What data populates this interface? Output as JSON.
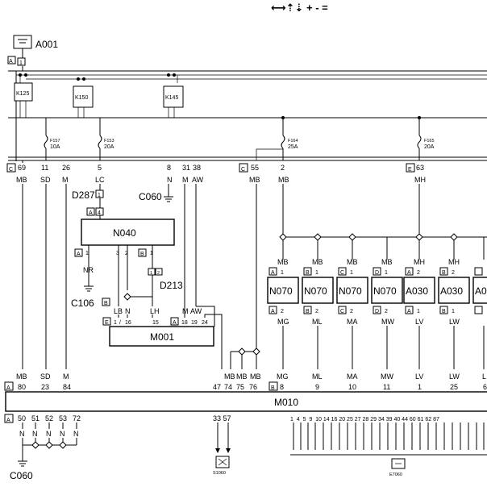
{
  "toolbar": {
    "symbols": "⟷⇡⇣ + - ="
  },
  "components": {
    "battery": "A001",
    "relays": [
      "K125",
      "K150",
      "K145"
    ],
    "fuses": [
      {
        "id": "F157",
        "rating": "10A"
      },
      {
        "id": "F153",
        "rating": "20A"
      },
      {
        "id": "F164",
        "rating": "25A"
      },
      {
        "id": "F165",
        "rating": "20A"
      }
    ],
    "diode": "D287",
    "diode_pin": "1",
    "d213": "D213",
    "ground_c060_top": "C060",
    "ground_c106": "C106",
    "n040": "N040",
    "m001": "M001",
    "m010": "M010",
    "n070": "N070",
    "a030": "A030",
    "a030_partial": "A0",
    "bottom_ground": "C060",
    "bottom_comp1": "S1060",
    "bottom_comp2": "E7060"
  },
  "connectors": {
    "A": "A",
    "B": "B",
    "C": "C",
    "D": "D",
    "E": "E"
  },
  "bus": {
    "pins": [
      "69",
      "11",
      "26",
      "5",
      "8",
      "31",
      "38"
    ],
    "wires": [
      "MB",
      "SD",
      "M",
      "LC",
      "N",
      "M",
      "AW"
    ],
    "c_pins": [
      "55",
      "2"
    ],
    "c_wires": [
      "MB",
      "MB"
    ],
    "e_pin": "63",
    "e_wire": "MH"
  },
  "n070_blocks": [
    {
      "top_conn": "A",
      "top_pin": "1",
      "top_wire": "MB",
      "bot_conn": "A",
      "bot_pin": "2",
      "bot_wire": "MG"
    },
    {
      "top_conn": "B",
      "top_pin": "1",
      "top_wire": "MB",
      "bot_conn": "B",
      "bot_pin": "2",
      "bot_wire": "ML"
    },
    {
      "top_conn": "C",
      "top_pin": "1",
      "top_wire": "MB",
      "bot_conn": "C",
      "bot_pin": "2",
      "bot_wire": "MA"
    },
    {
      "top_conn": "D",
      "top_pin": "1",
      "top_wire": "MB",
      "bot_conn": "D",
      "bot_pin": "2",
      "bot_wire": "MW"
    }
  ],
  "a030_blocks": [
    {
      "top_conn": "A",
      "top_pin": "2",
      "top_wire": "MH",
      "bot_conn": "A",
      "bot_pin": "1",
      "bot_wire": "LV"
    },
    {
      "top_conn": "B",
      "top_pin": "2",
      "top_wire": "MH",
      "bot_conn": "B",
      "bot_pin": "1",
      "bot_wire": "LW"
    }
  ],
  "n040_pins": {
    "a4": "4",
    "a1": "1",
    "p3": "3",
    "p2": "2",
    "b1": "1",
    "b2": "1",
    "b3": "2",
    "wire_nr": "NR",
    "wire_lb": "LB",
    "wire_n": "N",
    "wire_lh": "LH",
    "e_pins": [
      "1",
      "16",
      "15"
    ],
    "a_pins": [
      "18",
      "19",
      "24"
    ],
    "wire_m": "M",
    "wire_aw": "AW"
  },
  "m010_top": {
    "wires": [
      "MB",
      "SD",
      "M",
      "MB",
      "MB",
      "MB",
      "MG",
      "ML",
      "MA",
      "MW",
      "LV",
      "LW",
      "L"
    ],
    "pins": [
      "80",
      "23",
      "84",
      "47",
      "74",
      "75",
      "76",
      "8",
      "9",
      "10",
      "11",
      "1",
      "25",
      "6"
    ]
  },
  "m010_bottom": {
    "left_pins": [
      "50",
      "51",
      "52",
      "53",
      "72"
    ],
    "left_wires": [
      "N",
      "N",
      "N",
      "N",
      "N"
    ],
    "mid_pins": "33 57",
    "right_pins": "1  4  5  9  10 14 16 20 25 27 28 29 34 39 40 44 60 61 62 87"
  }
}
